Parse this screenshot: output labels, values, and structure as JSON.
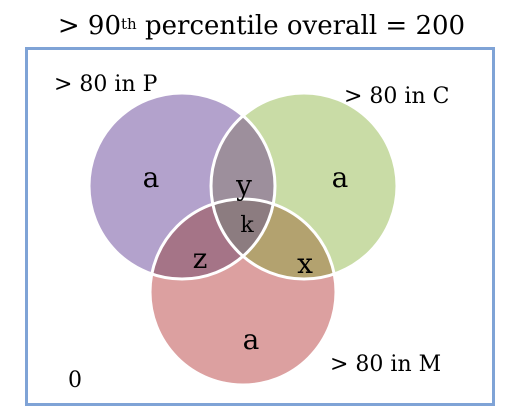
{
  "title": {
    "prefix": "> 90",
    "superscript": "th",
    "suffix": " percentile overall = 200"
  },
  "sets": {
    "p": {
      "label": "> 80 in P",
      "color": "#b3a2cc"
    },
    "c": {
      "label": "> 80 in C",
      "color": "#c9dca6"
    },
    "m": {
      "label": "> 80 in M",
      "color": "#dca0a0"
    }
  },
  "regions": {
    "p_only": "a",
    "c_only": "a",
    "m_only": "a",
    "p_and_c": "y",
    "p_and_m": "z",
    "c_and_m": "x",
    "all_three": "k",
    "outside": "0"
  },
  "colors": {
    "frame": "#7fa3d6",
    "p_and_c": "#9d8f9c",
    "p_and_m": "#a57487",
    "c_and_m": "#b3a26f",
    "all_three": "#8c7c80"
  }
}
